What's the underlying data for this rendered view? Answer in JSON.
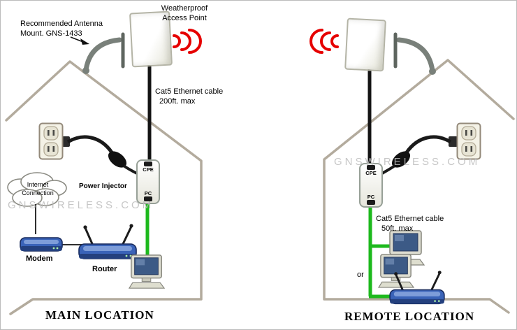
{
  "watermark": "GNSWIRELESS.COM",
  "colors": {
    "cable_black": "#141414",
    "ethernet_green": "#1db91d",
    "signal_red": "#e60000",
    "house_outline": "#b3ab9d",
    "device_blue": "#3a63b8",
    "watermark_gray": "#bdbdbd"
  },
  "main": {
    "title": "MAIN LOCATION",
    "access_point_label": {
      "line1": "Weatherproof",
      "line2": "Access Point"
    },
    "mount_label": {
      "line1": "Recommended Antenna",
      "line2": "Mount. GNS-1433"
    },
    "cable_label": {
      "line1": "Cat5 Ethernet cable",
      "line2": "200ft. max"
    },
    "injector_label": "Power Injector",
    "injector_ports": {
      "top": "CPE",
      "bottom": "PC"
    },
    "cloud_label": {
      "line1": "Internet",
      "line2": "Connection"
    },
    "modem_label": "Modem",
    "router_label": "Router"
  },
  "remote": {
    "title": "REMOTE LOCATION",
    "cable_label": {
      "line1": "Cat5 Ethernet cable",
      "line2": "50ft. max"
    },
    "injector_ports": {
      "top": "CPE",
      "bottom": "PC"
    },
    "or_label": "or"
  }
}
